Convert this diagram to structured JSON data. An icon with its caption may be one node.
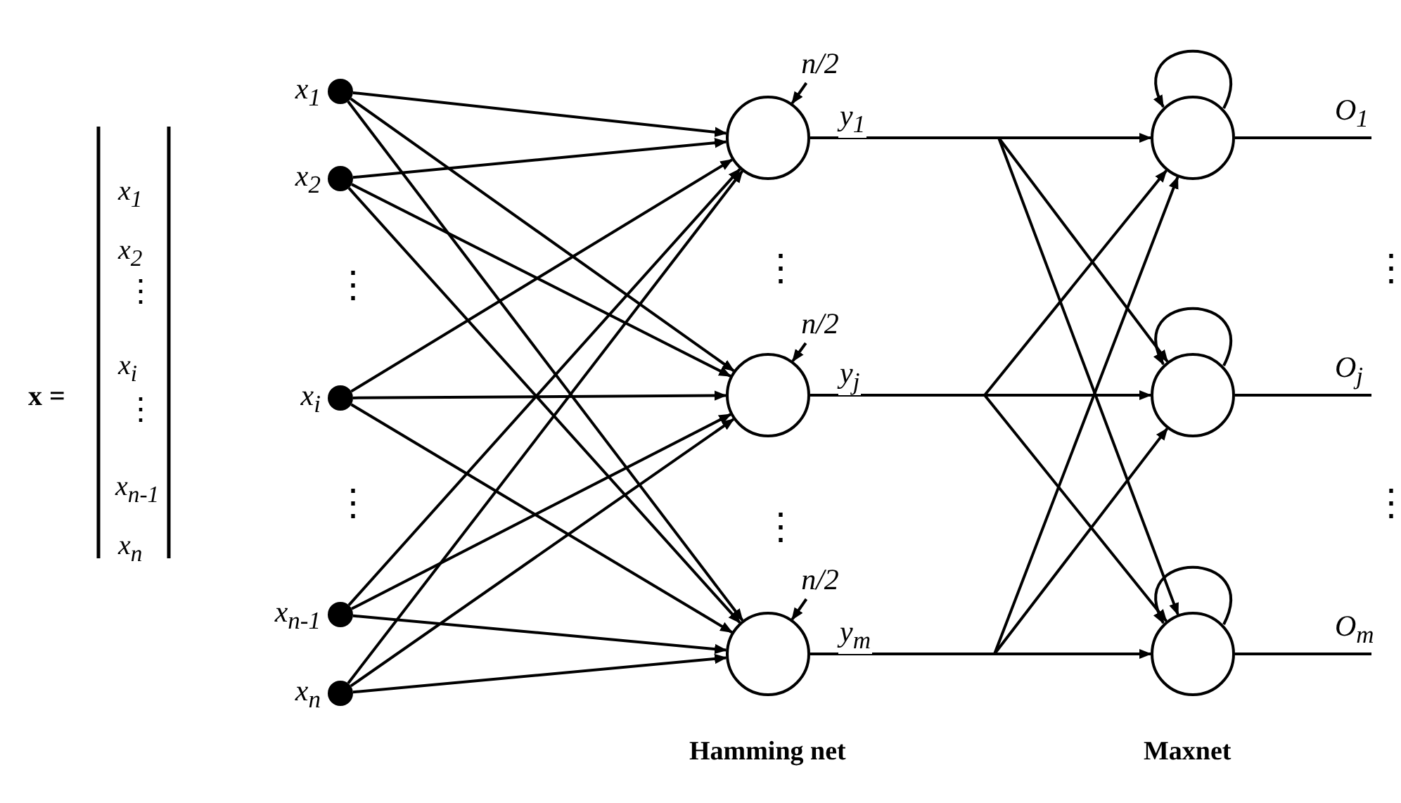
{
  "diagram": {
    "nodes": [
      {
        "text": [],
        "shape": "circle",
        "beside": [
          "x$_{1}$"
        ]
      },
      {
        "text": [],
        "shape": "circle",
        "beside": [
          "x$_{2}$"
        ]
      },
      {
        "text": [],
        "shape": "circle",
        "beside": [
          "x$_{i}$"
        ]
      },
      {
        "text": [],
        "shape": "circle",
        "beside": [
          "x$_{n-1}$"
        ]
      },
      {
        "text": [],
        "shape": "circle",
        "beside": [
          "x$_{n}$"
        ]
      },
      {
        "text": [],
        "shape": "circle"
      },
      {
        "text": [],
        "shape": "circle"
      },
      {
        "text": [],
        "shape": "circle"
      },
      {
        "text": [
          "n/2"
        ]
      },
      {
        "text": [
          "n/2"
        ]
      },
      {
        "text": [
          "n/2"
        ]
      },
      {
        "text": [],
        "shape": "circle"
      },
      {
        "text": [],
        "shape": "circle"
      },
      {
        "text": [],
        "shape": "circle"
      }
    ],
    "edges": [
      {
        "from": 0,
        "to": 5,
        "arrow": "to"
      },
      {
        "from": 0,
        "to": 6,
        "arrow": "to"
      },
      {
        "from": 0,
        "to": 7,
        "arrow": "to"
      },
      {
        "from": 1,
        "to": 5,
        "arrow": "to"
      },
      {
        "from": 1,
        "to": 6,
        "arrow": "to"
      },
      {
        "from": 1,
        "to": 7,
        "arrow": "to"
      },
      {
        "from": 2,
        "to": 5,
        "arrow": "to"
      },
      {
        "from": 2,
        "to": 6,
        "arrow": "to"
      },
      {
        "from": 2,
        "to": 7,
        "arrow": "to"
      },
      {
        "from": 3,
        "to": 5,
        "arrow": "to"
      },
      {
        "from": 3,
        "to": 6,
        "arrow": "to"
      },
      {
        "from": 3,
        "to": 7,
        "arrow": "to"
      },
      {
        "from": 4,
        "to": 5,
        "arrow": "to"
      },
      {
        "from": 4,
        "to": 6,
        "arrow": "to"
      },
      {
        "from": 4,
        "to": 7,
        "arrow": "to"
      },
      {
        "from": 8,
        "to": 5,
        "arrow": "to"
      },
      {
        "from": 9,
        "to": 6,
        "arrow": "to"
      },
      {
        "from": 10,
        "to": 7,
        "arrow": "to"
      },
      {
        "from": 5,
        "to": 11,
        "arrow": "to",
        "label": "y$_{1}$"
      },
      {
        "from": 5,
        "to": 12,
        "arrow": "to"
      },
      {
        "from": 5,
        "to": 13,
        "arrow": "to"
      },
      {
        "from": 6,
        "to": 11,
        "arrow": "to"
      },
      {
        "from": 6,
        "to": 12,
        "arrow": "to",
        "label": "y$_{j}$"
      },
      {
        "from": 6,
        "to": 13,
        "arrow": "to"
      },
      {
        "from": 7,
        "to": 11,
        "arrow": "to"
      },
      {
        "from": 7,
        "to": 12,
        "arrow": "to"
      },
      {
        "from": 7,
        "to": 13,
        "arrow": "to",
        "label": "y$_{m}$"
      },
      {
        "from": 11,
        "to": 11,
        "arrow": "to"
      },
      {
        "from": 12,
        "to": 12,
        "arrow": "to"
      },
      {
        "from": 13,
        "to": 13,
        "arrow": "to"
      },
      {
        "from": 11,
        "to": null,
        "arrow": "none",
        "label": "O$_{1}$"
      },
      {
        "from": 12,
        "to": null,
        "arrow": "none",
        "label": "O$_{j}$"
      },
      {
        "from": 13,
        "to": null,
        "arrow": "none",
        "label": "O$_{m}$"
      }
    ],
    "labels": [
      "x =",
      "x$_{1}$",
      "x$_{2}$",
      "⋮",
      "x$_{i}$",
      "⋮",
      "x$_{n-1}$",
      "x$_{n}$",
      "⋮",
      "⋮",
      "⋮",
      "⋮",
      "⋮",
      "⋮",
      "Hamming net",
      "Maxnet"
    ]
  }
}
